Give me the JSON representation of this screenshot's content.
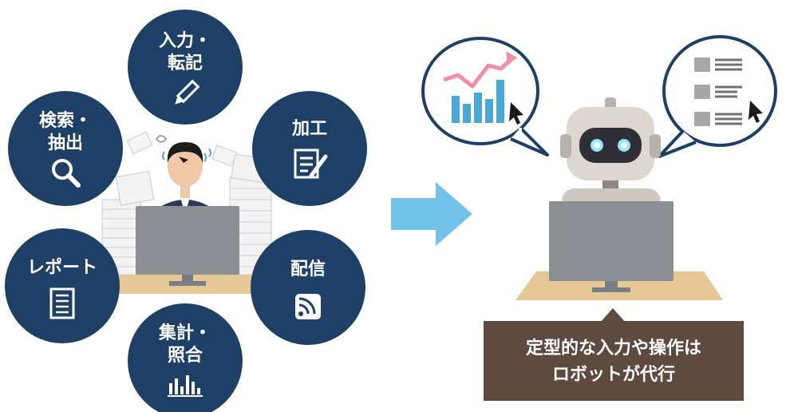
{
  "tasks": {
    "input_transcribe": {
      "line1": "入力・",
      "line2": "転記",
      "icon": "pencil-icon"
    },
    "search_extract": {
      "line1": "検索・",
      "line2": "抽出",
      "icon": "magnifier-icon"
    },
    "process": {
      "line1": "加工",
      "icon": "edit-document-icon"
    },
    "report": {
      "line1": "レポート",
      "icon": "document-icon"
    },
    "distribute": {
      "line1": "配信",
      "icon": "rss-icon"
    },
    "aggregate": {
      "line1": "集計・",
      "line2": "照合",
      "icon": "bar-chart-icon"
    }
  },
  "caption": {
    "line1": "定型的な入力や操作は",
    "line2": "ロボットが代行"
  },
  "colors": {
    "circle": "#1e3f66",
    "arrow": "#72c2ea",
    "caption_bg": "#5e4a3e",
    "desk": "#e5c896",
    "monitor": "#8c8f93",
    "chart_bar": "#4aa8d8",
    "chart_line": "#f090a8"
  }
}
